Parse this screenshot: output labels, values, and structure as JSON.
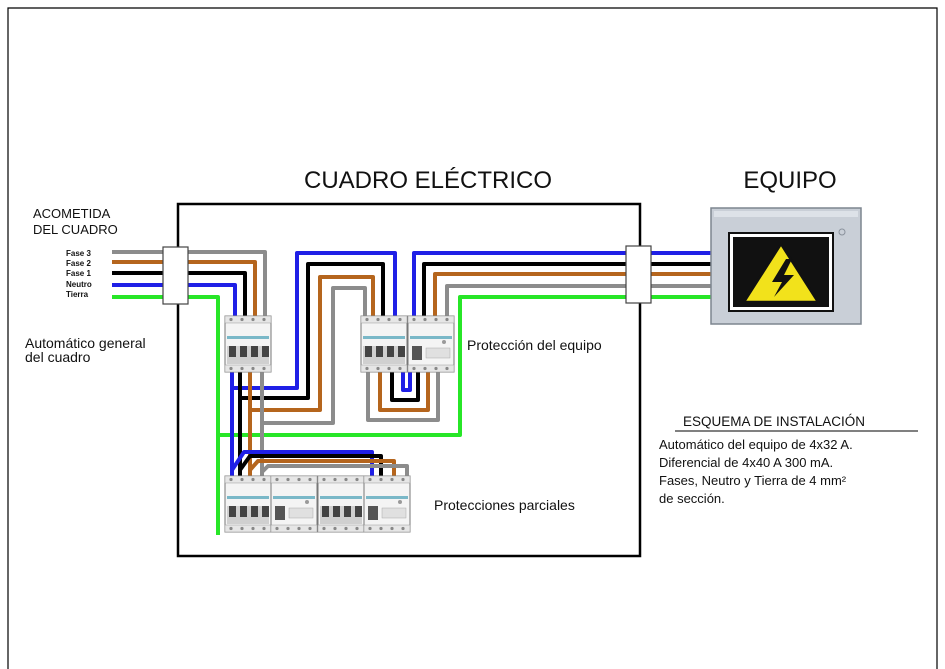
{
  "title_panel": "CUADRO ELÉCTRICO",
  "title_equipment": "EQUIPO",
  "supply_label": [
    "ACOMETIDA",
    "DEL CUADRO"
  ],
  "wires": [
    {
      "label": "Fase 3",
      "color": "#8c8c8c"
    },
    {
      "label": "Fase 2",
      "color": "#b5651d"
    },
    {
      "label": "Fase 1",
      "color": "#000000"
    },
    {
      "label": "Neutro",
      "color": "#1f1fe6"
    },
    {
      "label": "Tierra",
      "color": "#27e627"
    }
  ],
  "main_breaker_label": [
    "Automático general",
    "del cuadro"
  ],
  "equipment_protection_label": "Protección del equipo",
  "partial_protections_label": "Protecciones parciales",
  "scheme": {
    "heading": "ESQUEMA DE INSTALACIÓN",
    "lines": [
      "Automático del equipo de 4x32 A.",
      "Diferencial de 4x40 A 300 mA.",
      "Fases, Neutro y Tierra de 4 mm²",
      "de sección."
    ]
  },
  "equipment_icon": "high-voltage-warning-icon"
}
